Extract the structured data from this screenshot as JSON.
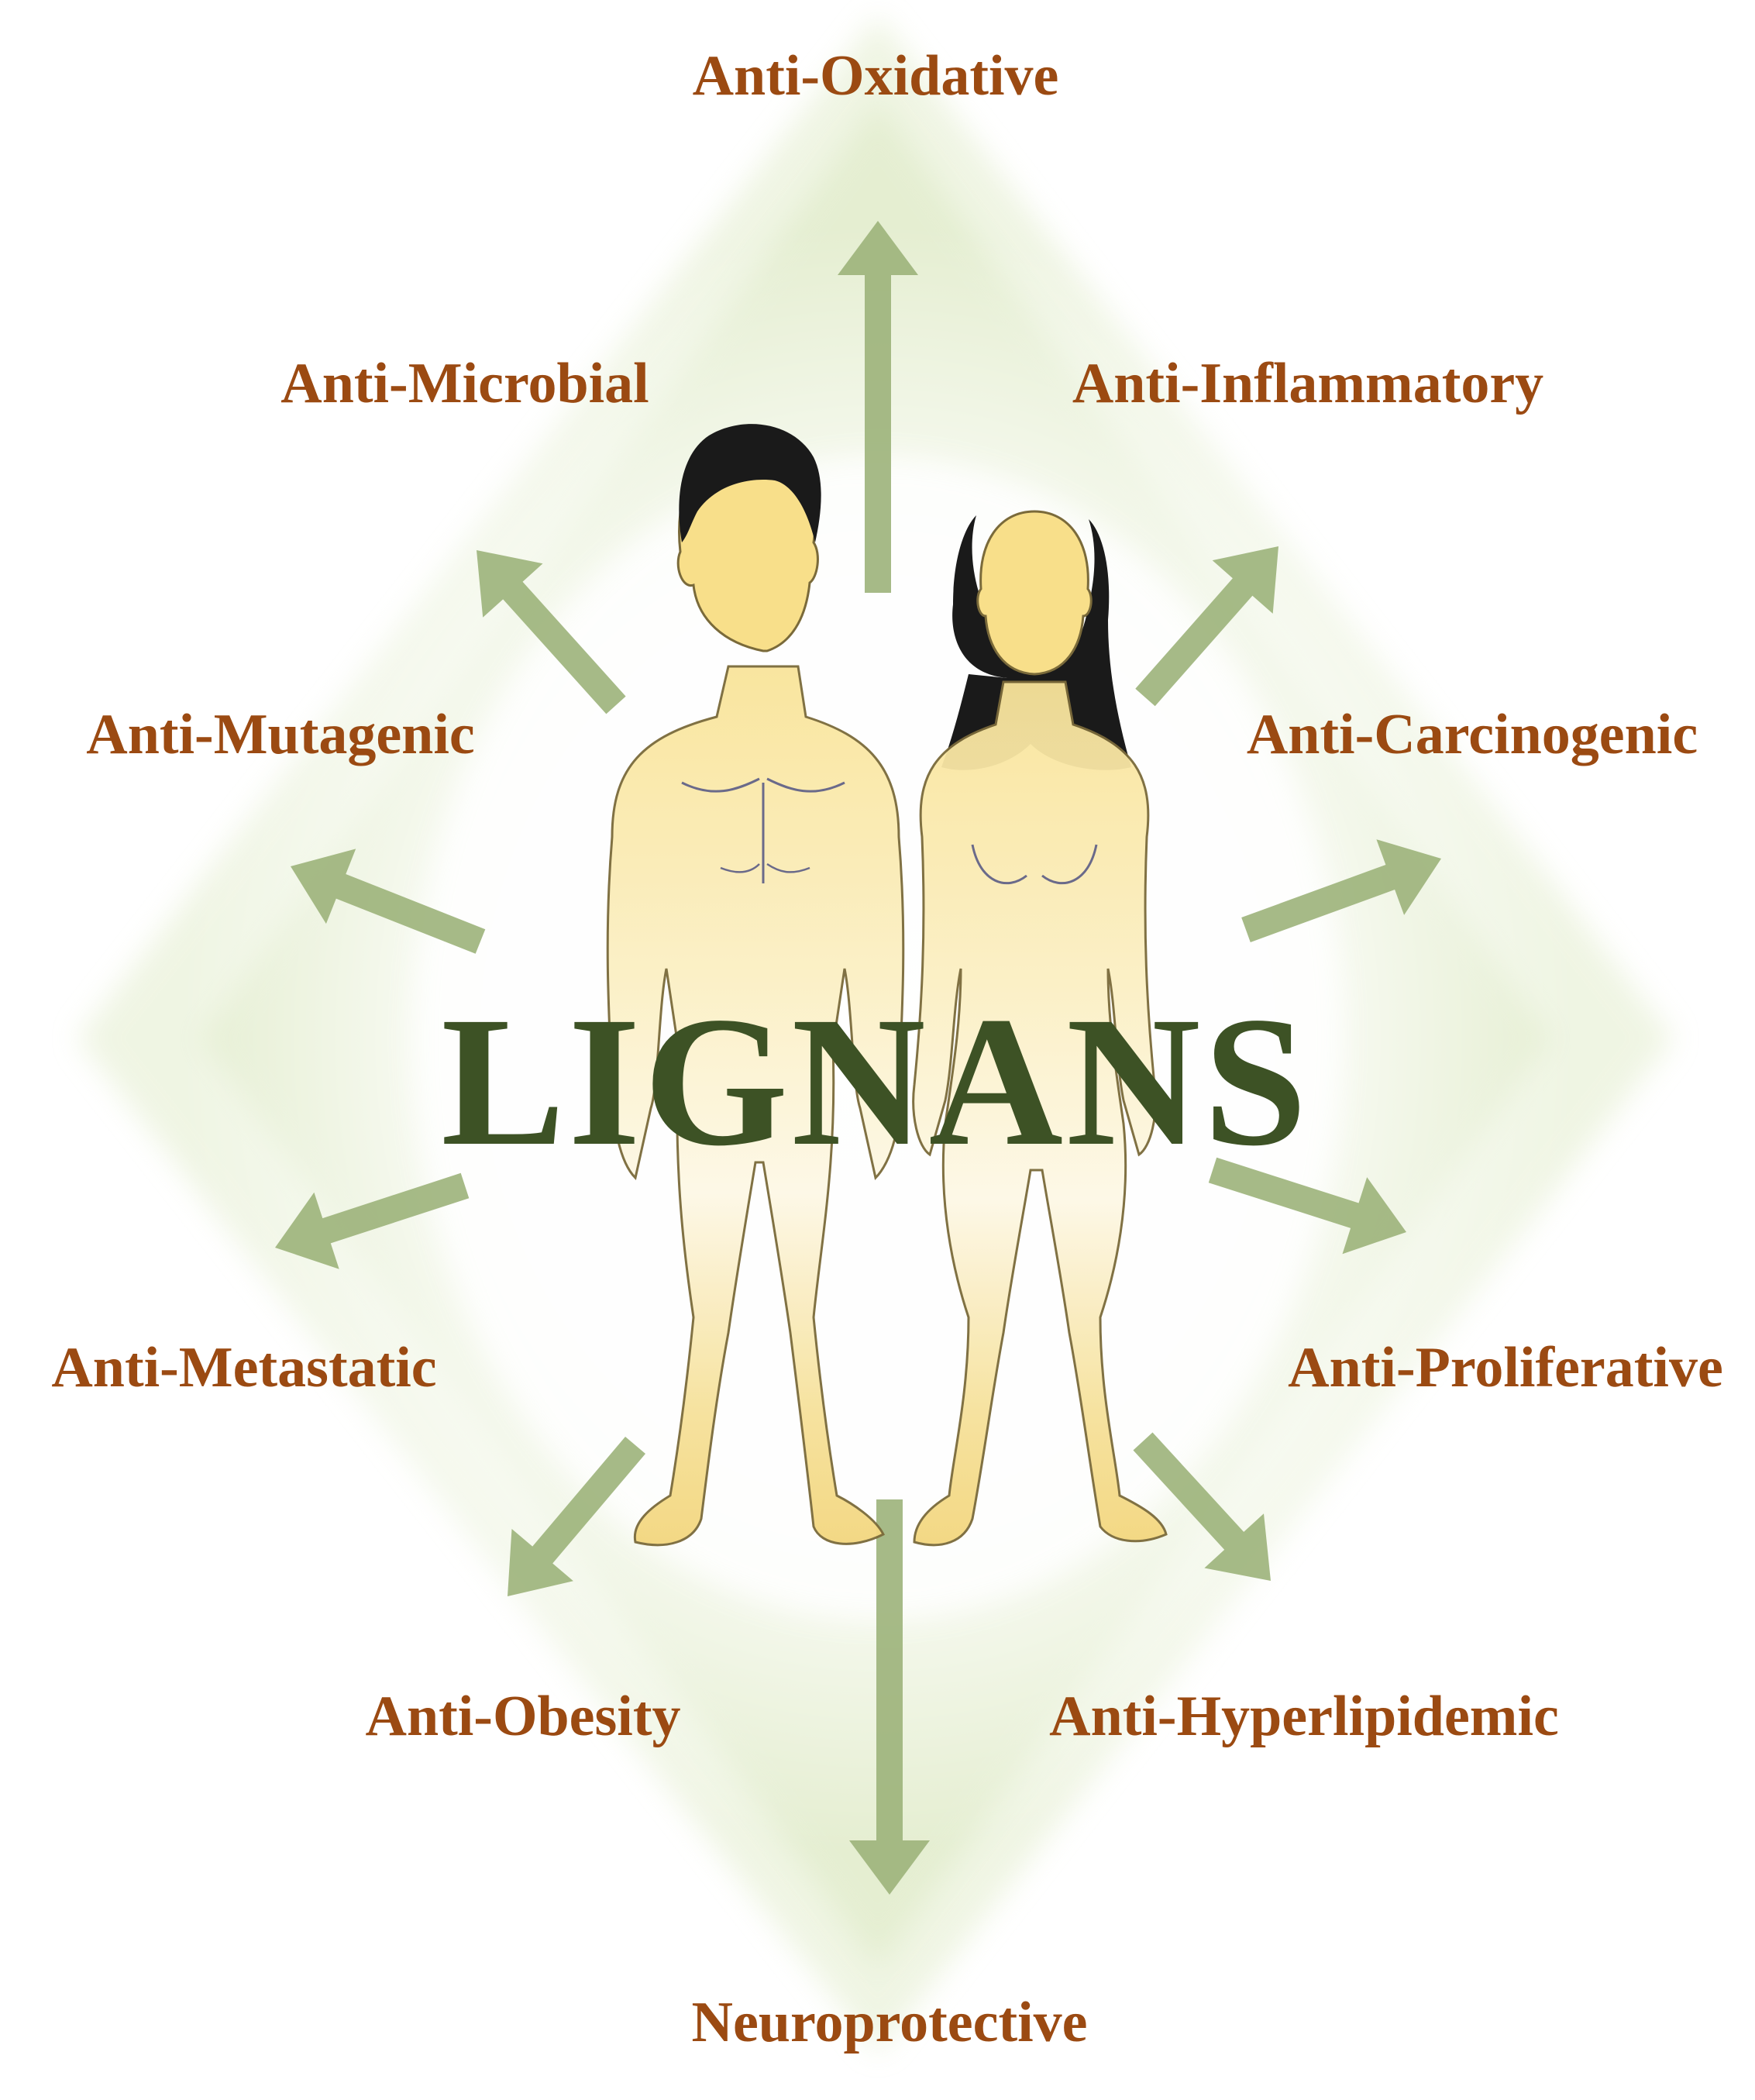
{
  "center": {
    "title": "LIGNANS"
  },
  "effects": [
    {
      "id": "anti-oxidative",
      "text": "Anti-Oxidative"
    },
    {
      "id": "anti-microbial",
      "text": "Anti-Microbial"
    },
    {
      "id": "anti-inflammatory",
      "text": "Anti-Inflammatory"
    },
    {
      "id": "anti-mutagenic",
      "text": "Anti-Mutagenic"
    },
    {
      "id": "anti-carcinogenic",
      "text": "Anti-Carcinogenic"
    },
    {
      "id": "anti-metastatic",
      "text": "Anti-Metastatic"
    },
    {
      "id": "anti-proliferative",
      "text": "Anti-Proliferative"
    },
    {
      "id": "anti-obesity",
      "text": "Anti-Obesity"
    },
    {
      "id": "anti-hyperlipidemic",
      "text": "Anti-Hyperlipidemic"
    },
    {
      "id": "neuroprotective",
      "text": "Neuroprotective"
    }
  ],
  "colors": {
    "label": "#9b4a12",
    "title": "#3d5225",
    "arrow": "#9cb27a",
    "diamond": "#dfeac7",
    "skin": "#f7e39c",
    "hair": "#1a1a1a"
  },
  "icons": [
    "male-figure-icon",
    "female-figure-icon"
  ]
}
